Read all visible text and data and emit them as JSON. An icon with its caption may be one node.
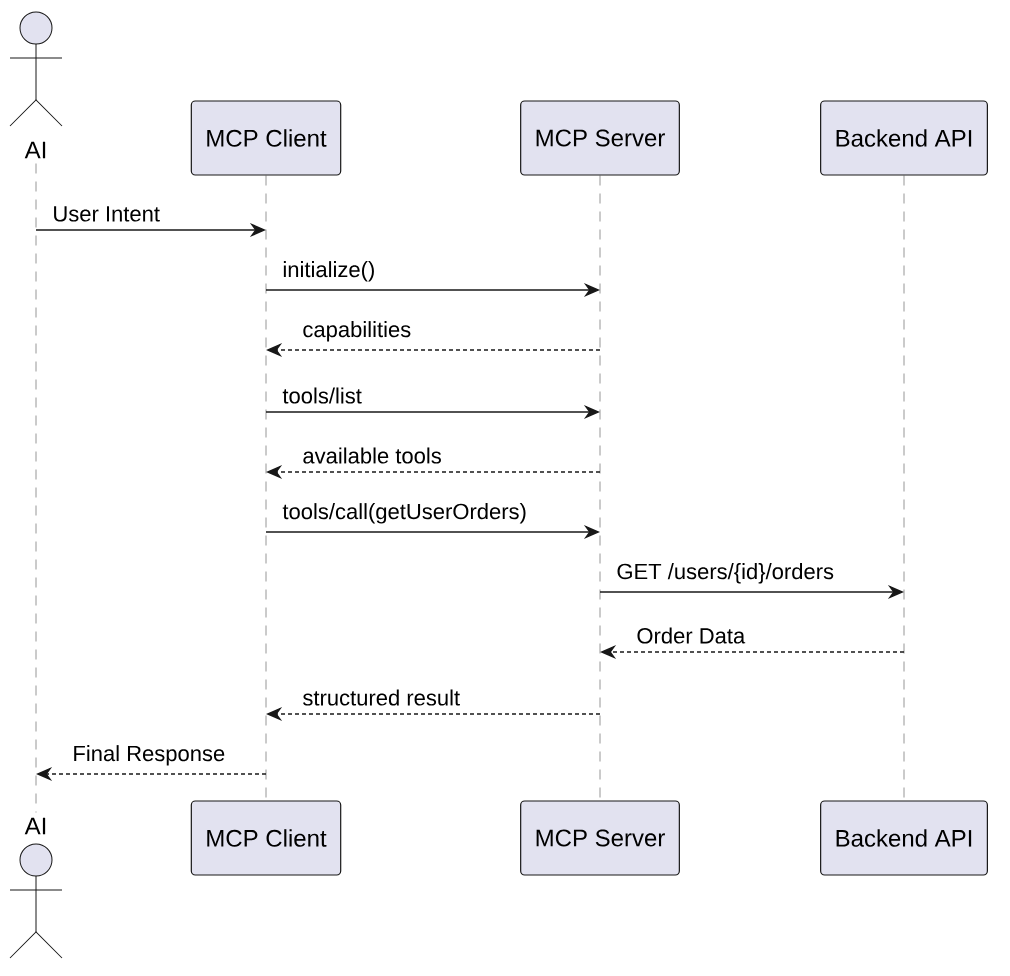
{
  "diagram": {
    "nodes": [
      {
        "text": [
          "AI"
        ]
      },
      {
        "text": [
          "MCP Client"
        ]
      },
      {
        "text": [
          "MCP Server"
        ]
      },
      {
        "text": [
          "Backend API"
        ]
      },
      {
        "text": [],
        "shape": "line"
      },
      {
        "text": [],
        "shape": "line"
      },
      {
        "text": [],
        "shape": "line"
      },
      {
        "text": [],
        "shape": "line"
      },
      {
        "text": [
          "AI"
        ]
      },
      {
        "text": [
          "MCP Client"
        ]
      },
      {
        "text": [
          "MCP Server"
        ]
      },
      {
        "text": [
          "Backend API"
        ]
      }
    ],
    "edges": [
      {
        "from": 4,
        "to": 5,
        "arrow": "to",
        "label": "User Intent"
      },
      {
        "from": 5,
        "to": 6,
        "arrow": "to",
        "label": "initialize()"
      },
      {
        "from": 6,
        "to": 5,
        "arrow": "to",
        "label": "capabilities",
        "style": "dashed"
      },
      {
        "from": 5,
        "to": 6,
        "arrow": "to",
        "label": "tools/list"
      },
      {
        "from": 6,
        "to": 5,
        "arrow": "to",
        "label": "available tools",
        "style": "dashed"
      },
      {
        "from": 5,
        "to": 6,
        "arrow": "to",
        "label": "tools/call(getUserOrders)"
      },
      {
        "from": 6,
        "to": 7,
        "arrow": "to",
        "label": "GET /users/{id}/orders"
      },
      {
        "from": 7,
        "to": 6,
        "arrow": "to",
        "label": "Order Data",
        "style": "dashed"
      },
      {
        "from": 6,
        "to": 5,
        "arrow": "to",
        "label": "structured result",
        "style": "dashed"
      },
      {
        "from": 5,
        "to": 4,
        "arrow": "to",
        "label": "Final Response",
        "style": "dashed"
      }
    ]
  }
}
